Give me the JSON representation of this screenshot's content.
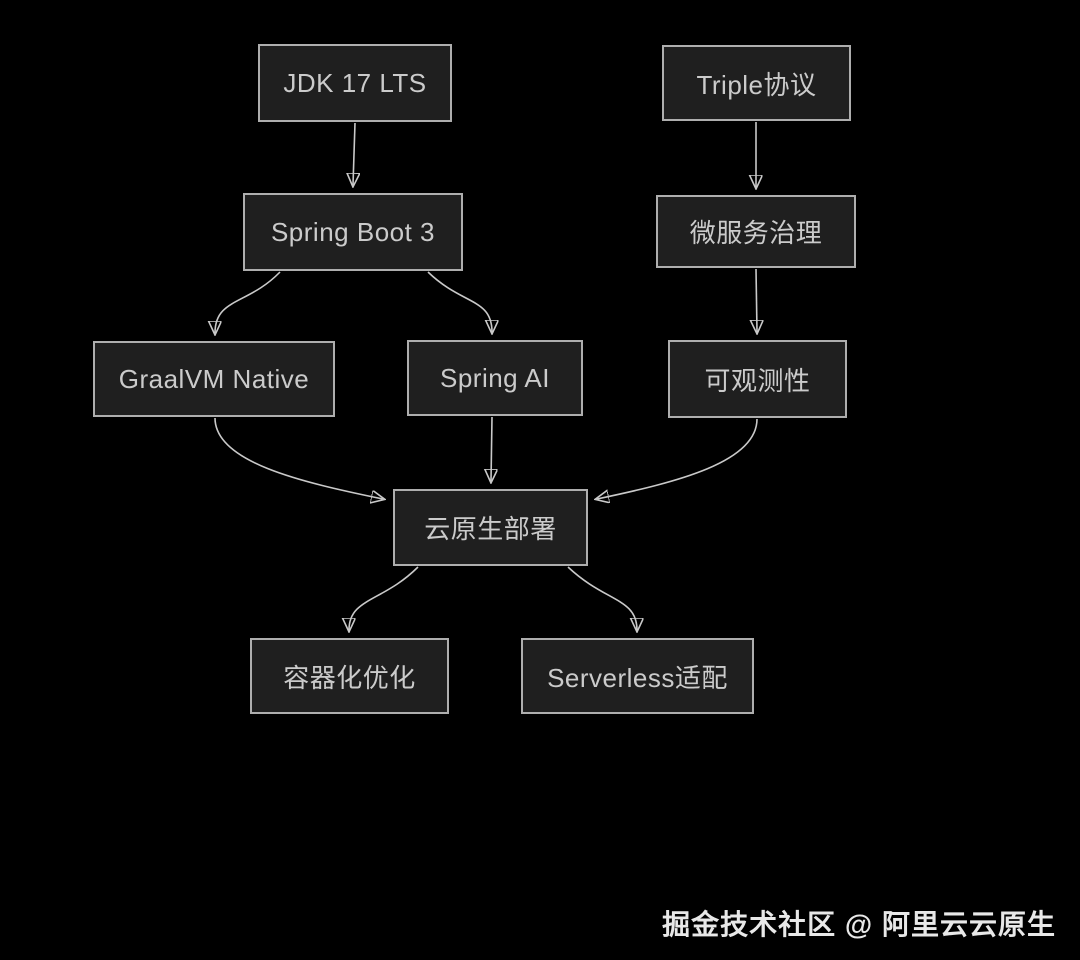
{
  "diagram": {
    "title": "Spring Boot 3 cloud-native tech flowchart",
    "nodes": [
      {
        "id": "jdk17",
        "label": "JDK 17 LTS"
      },
      {
        "id": "triple",
        "label": "Triple协议"
      },
      {
        "id": "springboot3",
        "label": "Spring Boot 3"
      },
      {
        "id": "microservice",
        "label": "微服务治理"
      },
      {
        "id": "graalvm",
        "label": "GraalVM Native"
      },
      {
        "id": "springai",
        "label": "Spring AI"
      },
      {
        "id": "observability",
        "label": "可观测性"
      },
      {
        "id": "cloudnative",
        "label": "云原生部署"
      },
      {
        "id": "container",
        "label": "容器化优化"
      },
      {
        "id": "serverless",
        "label": "Serverless适配"
      }
    ],
    "edges": [
      {
        "from": "jdk17",
        "to": "springboot3"
      },
      {
        "from": "triple",
        "to": "microservice"
      },
      {
        "from": "microservice",
        "to": "observability"
      },
      {
        "from": "springboot3",
        "to": "graalvm"
      },
      {
        "from": "springboot3",
        "to": "springai"
      },
      {
        "from": "graalvm",
        "to": "cloudnative"
      },
      {
        "from": "springai",
        "to": "cloudnative"
      },
      {
        "from": "observability",
        "to": "cloudnative"
      },
      {
        "from": "cloudnative",
        "to": "container"
      },
      {
        "from": "cloudnative",
        "to": "serverless"
      }
    ],
    "colors": {
      "background": "#000000",
      "node_fill": "#1f1f1f",
      "node_border": "#aeaeae",
      "node_text": "#cbcbcb",
      "arrow": "#c9c9c9",
      "watermark_text": "#e8e8e8"
    }
  },
  "watermark": {
    "text": "掘金技术社区 @ 阿里云云原生"
  }
}
